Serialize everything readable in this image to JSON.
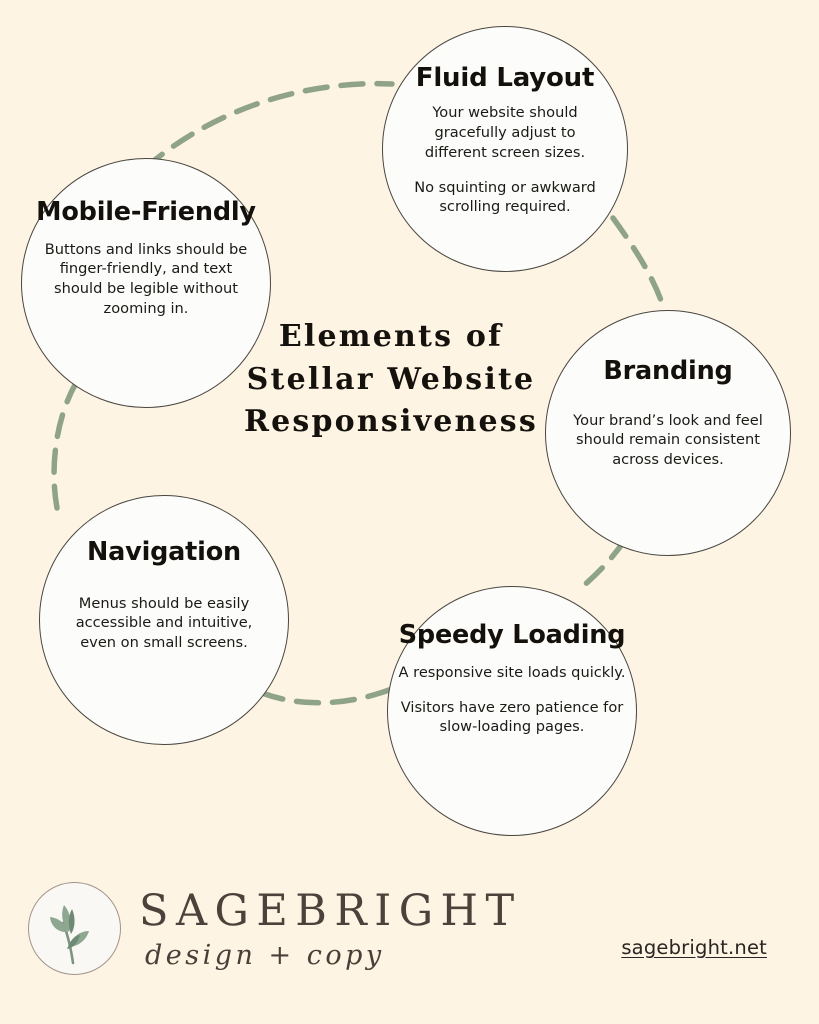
{
  "theme": {
    "background": "#fdf4e3",
    "circle_fill": "#fcfcfa",
    "circle_stroke": "#4a4641",
    "connector_green": "#8fa389",
    "heading_color": "#15120e",
    "logo_brown": "#4d423b",
    "badge_border": "#a2948b",
    "leaf_green": "#7d9480"
  },
  "center_title": {
    "line1": "Elements of",
    "line2": "Stellar Website",
    "line3": "Responsiveness"
  },
  "nodes": [
    {
      "id": "fluid-layout",
      "title": "Fluid Layout",
      "paragraphs": [
        "Your website should gracefully adjust to different screen sizes.",
        "No squinting or awkward scrolling required."
      ]
    },
    {
      "id": "mobile-friendly",
      "title": "Mobile-Friendly",
      "paragraphs": [
        "Buttons and links should be finger-friendly, and text should be legible without zooming in."
      ]
    },
    {
      "id": "branding",
      "title": "Branding",
      "paragraphs": [
        "Your brand’s look and feel should remain consistent across devices."
      ]
    },
    {
      "id": "navigation",
      "title": "Navigation",
      "paragraphs": [
        "Menus should be easily accessible and intuitive, even on small screens."
      ]
    },
    {
      "id": "speedy-loading",
      "title": "Speedy Loading",
      "paragraphs": [
        "A responsive site loads quickly.",
        "Visitors have zero patience for slow-loading pages."
      ]
    }
  ],
  "footer": {
    "logo_name": "SAGEBRIGHT",
    "logo_tagline": "design + copy",
    "url": "sagebright.net",
    "badge_icon": "leaf-sprig-icon"
  }
}
